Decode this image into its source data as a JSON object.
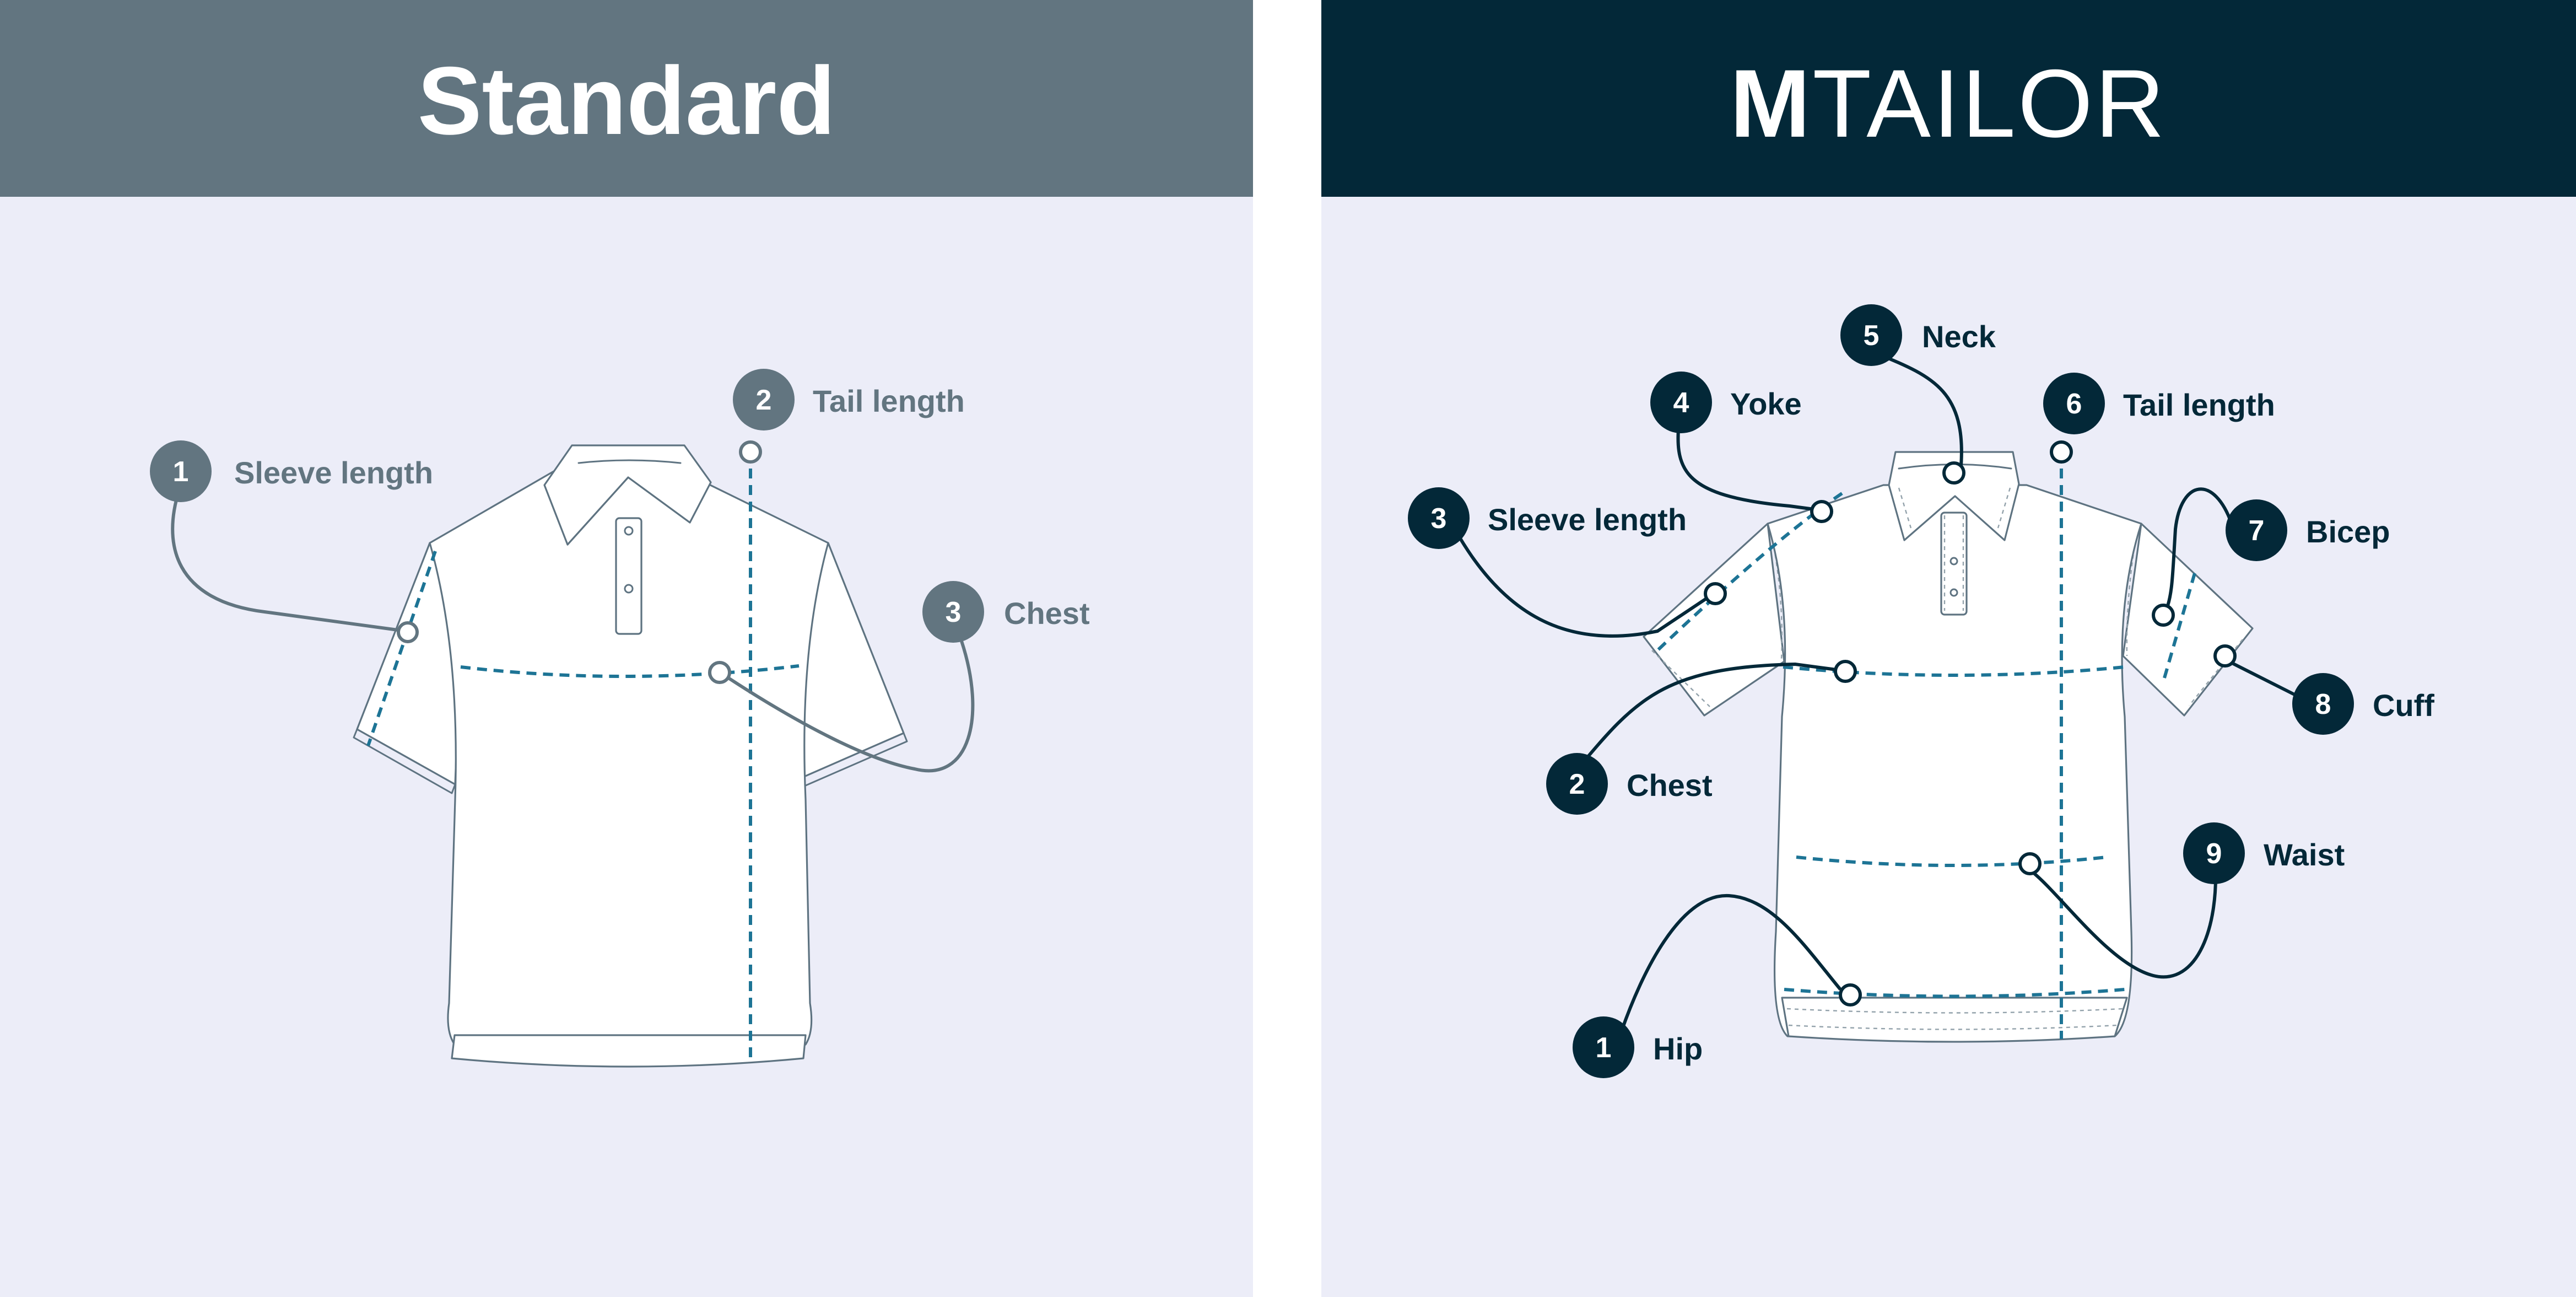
{
  "standard": {
    "title": "Standard",
    "colors": {
      "header": "#627580",
      "background": "#ecedf8",
      "accent": "#627580",
      "measure_line": "#1d7495"
    },
    "measurements": [
      {
        "number": "1",
        "label": "Sleeve length"
      },
      {
        "number": "2",
        "label": "Tail length"
      },
      {
        "number": "3",
        "label": "Chest"
      }
    ]
  },
  "mtailor": {
    "brand": {
      "letter": "M",
      "rest": "TAILOR"
    },
    "colors": {
      "header": "#032838",
      "background": "#ecedf8",
      "accent": "#032838",
      "measure_line": "#1d7495"
    },
    "measurements": [
      {
        "number": "1",
        "label": "Hip"
      },
      {
        "number": "2",
        "label": "Chest"
      },
      {
        "number": "3",
        "label": "Sleeve length"
      },
      {
        "number": "4",
        "label": "Yoke"
      },
      {
        "number": "5",
        "label": "Neck"
      },
      {
        "number": "6",
        "label": "Tail length"
      },
      {
        "number": "7",
        "label": "Bicep"
      },
      {
        "number": "8",
        "label": "Cuff"
      },
      {
        "number": "9",
        "label": "Waist"
      }
    ]
  }
}
